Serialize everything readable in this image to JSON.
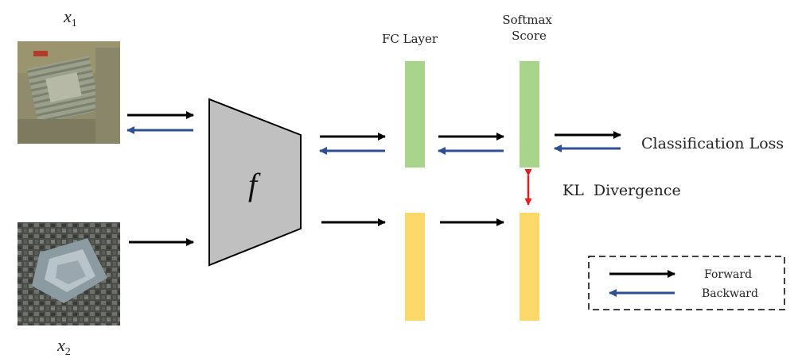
{
  "inputs": [
    {
      "symbol": "x",
      "subscript": "1"
    },
    {
      "symbol": "x",
      "subscript": "2"
    }
  ],
  "network": {
    "symbol": "f"
  },
  "columns": {
    "fc": {
      "title": "FC Layer"
    },
    "softmax": {
      "title_line1": "Softmax",
      "title_line2": "Score"
    }
  },
  "losses": {
    "classification": "Classification Loss",
    "kl": "KL  Divergence"
  },
  "legend": {
    "forward": "Forward",
    "backward": "Backward"
  },
  "colors": {
    "forward_arrow": "#000000",
    "backward_arrow": "#2e4f93",
    "kl_arrow": "#e02020",
    "kl_text": "#e02020",
    "network_fill": "#c0c0c0",
    "green_bar": "#a8d48c",
    "yellow_bar": "#fdd86a",
    "legend_border": "#000000"
  },
  "icons": {
    "forward": "arrow-right",
    "backward": "arrow-left",
    "kl": "arrow-up-down"
  }
}
